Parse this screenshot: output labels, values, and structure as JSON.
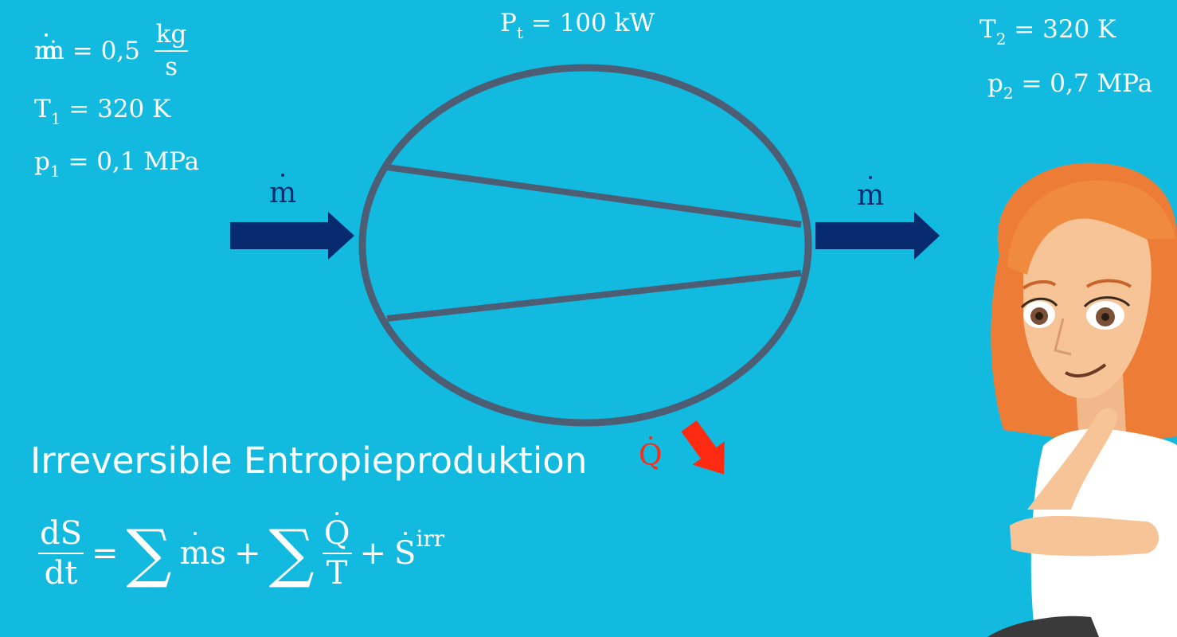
{
  "inlet": {
    "mass_flow_label": "ṁ = 0,5",
    "unit_num": "kg",
    "unit_den": "s",
    "T1": "T",
    "T1_sub": "1",
    "T1_val": "= 320 K",
    "p1": "p",
    "p1_sub": "1",
    "p1_val": "= 0,1 MPa",
    "arrow_label": "m"
  },
  "power": {
    "P": "P",
    "P_sub": "t",
    "P_val": "= 100 kW"
  },
  "outlet": {
    "T2": "T",
    "T2_sub": "2",
    "T2_val": "= 320 K",
    "p2": "p",
    "p2_sub": "2",
    "p2_val": "= 0,7 MPa",
    "arrow_label": "m"
  },
  "heat": {
    "label": "Q"
  },
  "heading": "Irreversible Entropieproduktion",
  "equation": {
    "lhs_num": "dS",
    "lhs_den": "dt",
    "eq": "=",
    "sum1": "∑",
    "term1": "s",
    "term1_dot": "m",
    "plus1": "+",
    "sum2": "∑",
    "frac_num": "Q",
    "frac_den": "T",
    "plus2": "+",
    "S": "S",
    "irr": "irr"
  },
  "colors": {
    "background": "#13bae0",
    "arrow_blue": "#082b6f",
    "heat_red": "#ff2a12",
    "compressor_stroke": "#4d5e74"
  }
}
